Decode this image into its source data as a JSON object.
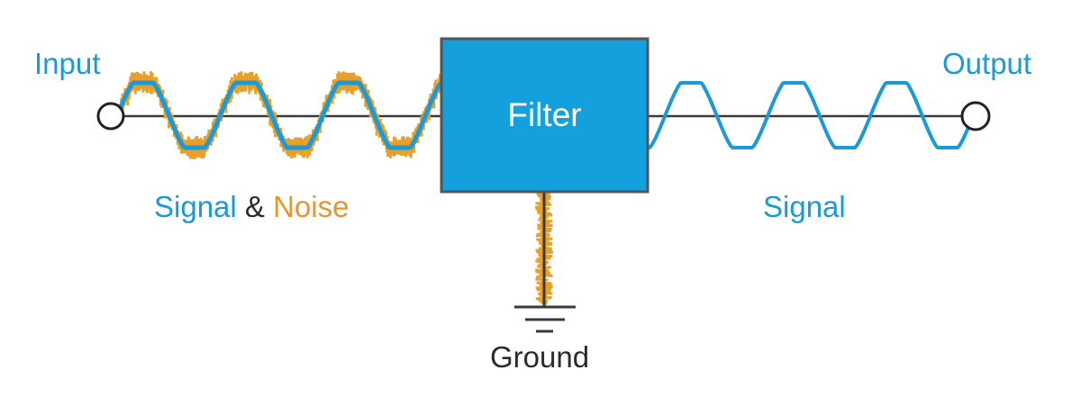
{
  "labels": {
    "input": "Input",
    "output": "Output",
    "filter": "Filter",
    "signal_noise": {
      "signal": "Signal",
      "amp": "&",
      "noise": "Noise"
    },
    "signal_out": "Signal",
    "ground": "Ground"
  },
  "colors": {
    "signal": "#1a9ad6",
    "noise": "#e8a02a",
    "wire": "#3a3a3a",
    "filter_fill": "#14a0dc",
    "filter_border": "#555555"
  }
}
